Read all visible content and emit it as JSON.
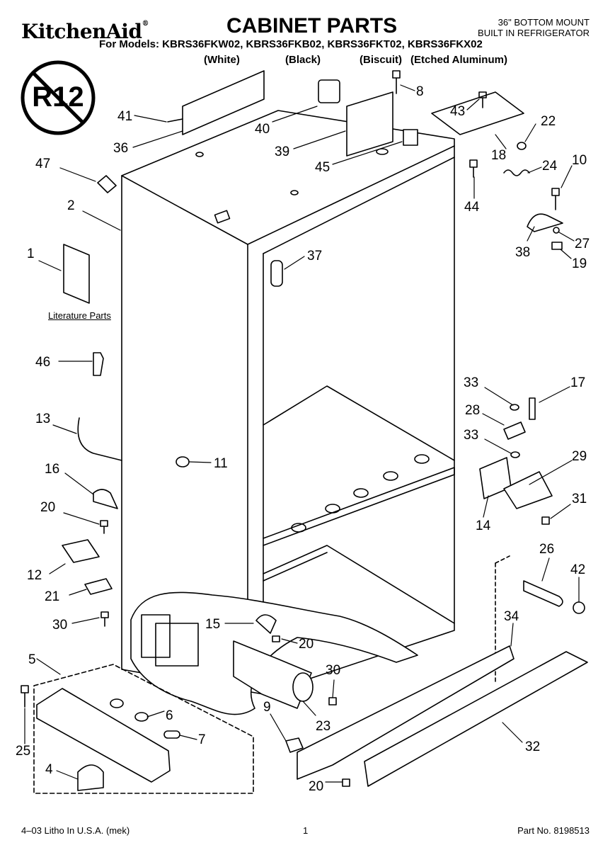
{
  "header": {
    "brand": "KitchenAid",
    "brand_mark": "®",
    "title": "CABINET PARTS",
    "subtitle_line1": "36\" BOTTOM MOUNT",
    "subtitle_line2": "BUILT IN REFRIGERATOR",
    "models": "For Models: KBRS36FKW02, KBRS36FKB02, KBRS36FKT02, KBRS36FKX02",
    "colors": [
      "(White)",
      "(Black)",
      "(Biscuit)",
      "(Etched Aluminum)"
    ]
  },
  "badge": {
    "text": "R12"
  },
  "literature_label": "Literature Parts",
  "footer": {
    "left": "4–03 Litho In U.S.A. (mek)",
    "page": "1",
    "right": "Part No. 8198513"
  },
  "callouts": [
    {
      "id": "c41",
      "label": "41"
    },
    {
      "id": "c36",
      "label": "36"
    },
    {
      "id": "c40",
      "label": "40"
    },
    {
      "id": "c39",
      "label": "39"
    },
    {
      "id": "c45",
      "label": "45"
    },
    {
      "id": "c8",
      "label": "8"
    },
    {
      "id": "c43",
      "label": "43"
    },
    {
      "id": "c18",
      "label": "18"
    },
    {
      "id": "c22",
      "label": "22"
    },
    {
      "id": "c44",
      "label": "44"
    },
    {
      "id": "c24",
      "label": "24"
    },
    {
      "id": "c10",
      "label": "10"
    },
    {
      "id": "c27",
      "label": "27"
    },
    {
      "id": "c38",
      "label": "38"
    },
    {
      "id": "c19",
      "label": "19"
    },
    {
      "id": "c47",
      "label": "47"
    },
    {
      "id": "c2",
      "label": "2"
    },
    {
      "id": "c1",
      "label": "1"
    },
    {
      "id": "c37",
      "label": "37"
    },
    {
      "id": "c46",
      "label": "46"
    },
    {
      "id": "c13",
      "label": "13"
    },
    {
      "id": "c11",
      "label": "11"
    },
    {
      "id": "c16",
      "label": "16"
    },
    {
      "id": "c20a",
      "label": "20"
    },
    {
      "id": "c12",
      "label": "12"
    },
    {
      "id": "c21",
      "label": "21"
    },
    {
      "id": "c30a",
      "label": "30"
    },
    {
      "id": "c33a",
      "label": "33"
    },
    {
      "id": "c17",
      "label": "17"
    },
    {
      "id": "c28",
      "label": "28"
    },
    {
      "id": "c33b",
      "label": "33"
    },
    {
      "id": "c29",
      "label": "29"
    },
    {
      "id": "c14",
      "label": "14"
    },
    {
      "id": "c31",
      "label": "31"
    },
    {
      "id": "c26",
      "label": "26"
    },
    {
      "id": "c42",
      "label": "42"
    },
    {
      "id": "c15",
      "label": "15"
    },
    {
      "id": "c20b",
      "label": "20"
    },
    {
      "id": "c34",
      "label": "34"
    },
    {
      "id": "c5",
      "label": "5"
    },
    {
      "id": "c6",
      "label": "6"
    },
    {
      "id": "c7",
      "label": "7"
    },
    {
      "id": "c25",
      "label": "25"
    },
    {
      "id": "c4",
      "label": "4"
    },
    {
      "id": "c30b",
      "label": "30"
    },
    {
      "id": "c23",
      "label": "23"
    },
    {
      "id": "c9",
      "label": "9"
    },
    {
      "id": "c32",
      "label": "32"
    },
    {
      "id": "c20c",
      "label": "20"
    }
  ]
}
